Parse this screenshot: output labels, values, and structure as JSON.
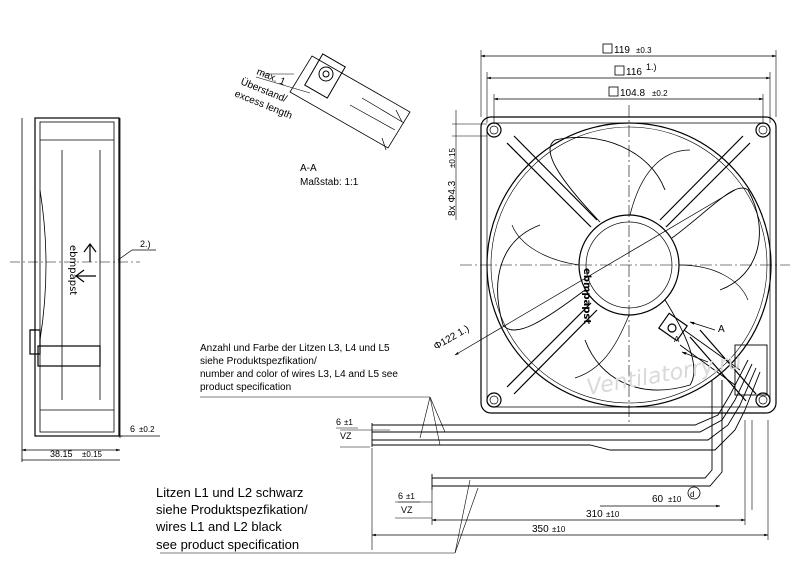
{
  "dims": {
    "d119": "119",
    "d119_tol": "±0.3",
    "d116": "116",
    "d116_note": "1.)",
    "d104": "104.8",
    "d104_tol": "±0.2",
    "holes": "8x Φ4.3",
    "holes_tol": "±0.15",
    "diam122": "Φ122 1.)",
    "depth": "38.15",
    "depth_tol": "±0.15",
    "six_a": "6",
    "six_a_tol": "±0.2",
    "six_b": "6",
    "six_b_tol": "±1",
    "six_c": "6",
    "six_c_tol": "±1",
    "vz": "VZ",
    "l310": "310",
    "l310_tol": "±10",
    "l350": "350",
    "l350_tol": "±10",
    "l60": "60",
    "l60_tol": "±10",
    "circle_d": "d",
    "note2": "2.)",
    "max1": "max. 1",
    "excess_de": "Überstand/",
    "excess_en": "excess length",
    "section": "A-A",
    "scale": "Maßstab:  1:1",
    "arrow_a": "A"
  },
  "notes": {
    "wires_l345": [
      "Anzahl und Farbe der Litzen L3, L4 und L5",
      "siehe Produktspezfikation/",
      "number and color of wires L3, L4 and L5 see",
      "product specification"
    ],
    "wires_l12": [
      "Litzen L1 und L2 schwarz",
      "siehe Produktspezfikation/",
      "wires L1 and L2 black",
      "see product specification"
    ]
  },
  "labels": {
    "brand": "ebmpapst",
    "watermark": "Ventilatorry.ru"
  },
  "colors": {
    "ink": "#000000",
    "watermark": "#d9d9d9"
  }
}
